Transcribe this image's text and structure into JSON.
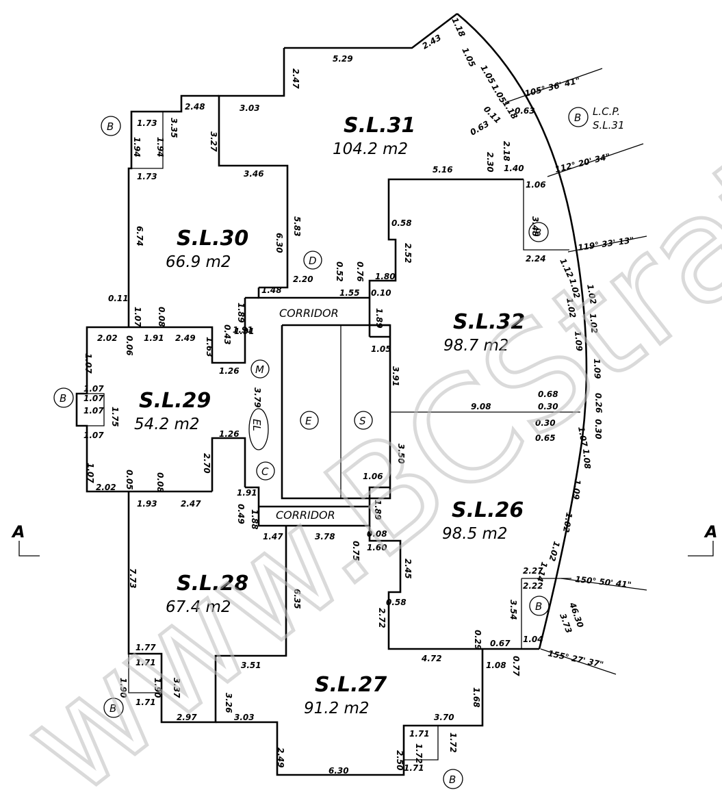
{
  "lots": [
    {
      "id": "sl31",
      "name": "S.L.31",
      "area": "104.2 m2"
    },
    {
      "id": "sl30",
      "name": "S.L.30",
      "area": "66.9 m2"
    },
    {
      "id": "sl32",
      "name": "S.L.32",
      "area": "98.7 m2"
    },
    {
      "id": "sl29",
      "name": "S.L.29",
      "area": "54.2 m2"
    },
    {
      "id": "sl26",
      "name": "S.L.26",
      "area": "98.5 m2"
    },
    {
      "id": "sl28",
      "name": "S.L.28",
      "area": "67.4 m2"
    },
    {
      "id": "sl27",
      "name": "S.L.27",
      "area": "91.2 m2"
    }
  ],
  "corridors": [
    "CORRIDOR",
    "CORRIDOR"
  ],
  "symbols": {
    "balcony": "B",
    "elevator": "EL",
    "e": "E",
    "s": "S",
    "m": "M",
    "c": "C",
    "d": "D"
  },
  "lcp": {
    "line1": "L.C.P.",
    "line2": "S.L.31"
  },
  "section": {
    "left": "A",
    "right": "A"
  },
  "bearings": [
    "105° 36' 41\"",
    "112° 20' 34\"",
    "119° 33' 13\"",
    "150° 50' 41\"",
    "155° 27' 37\""
  ],
  "dimensions": {
    "sl31": [
      "5.29",
      "2.43",
      "2.47",
      "3.03",
      "2.48",
      "3.27",
      "3.46",
      "5.16",
      "1.18",
      "1.05",
      "1.05",
      "1.05",
      "1.18",
      "0.63",
      "0.63",
      "0.11",
      "2.18",
      "2.30",
      "1.40"
    ],
    "sl30": [
      "1.73",
      "1.73",
      "1.94",
      "1.94",
      "3.35",
      "6.74",
      "5.83",
      "6.30",
      "1.48",
      "2.20",
      "0.11",
      "1.07",
      "0.08"
    ],
    "sl32": [
      "1.91",
      "0.58",
      "2.52",
      "1.80",
      "1.55",
      "0.10",
      "1.89",
      "1.05",
      "3.91",
      "9.08",
      "3.48",
      "1.06",
      "2.24",
      "1.12",
      "1.02",
      "1.02",
      "1.02",
      "1.02",
      "1.09",
      "1.09",
      "0.26",
      "0.52",
      "0.76",
      "0.68",
      "0.30"
    ],
    "sl29": [
      "2.02",
      "1.91",
      "2.49",
      "0.43",
      "1.89",
      "1.91",
      "1.63",
      "1.26",
      "3.79",
      "1.26",
      "2.70",
      "2.02",
      "1.07",
      "1.07",
      "1.07",
      "1.07",
      "1.07",
      "1.07",
      "1.75",
      "0.06",
      "0.05",
      "0.08"
    ],
    "sl26": [
      "3.50",
      "1.06",
      "1.89",
      "0.08",
      "1.60",
      "2.45",
      "0.58",
      "2.72",
      "4.72",
      "2.27",
      "2.22",
      "3.54",
      "1.04",
      "0.67",
      "1.08",
      "0.77",
      "0.29",
      "0.65",
      "0.30",
      "1.07",
      "1.08",
      "1.09",
      "1.02",
      "1.02",
      "1.14",
      "0.30",
      "3.73",
      "46.30",
      "0.75"
    ],
    "sl28": [
      "1.93",
      "2.47",
      "1.91",
      "1.88",
      "0.49",
      "1.47",
      "3.78",
      "7.73",
      "6.35",
      "3.51",
      "1.77",
      "1.71",
      "1.71",
      "1.90",
      "1.90",
      "3.37",
      "2.97"
    ],
    "sl27": [
      "3.03",
      "3.26",
      "2.49",
      "6.30",
      "2.50",
      "1.71",
      "1.71",
      "1.72",
      "1.72",
      "3.70",
      "1.68"
    ]
  },
  "watermark": "www.BCStrataPlans.com"
}
